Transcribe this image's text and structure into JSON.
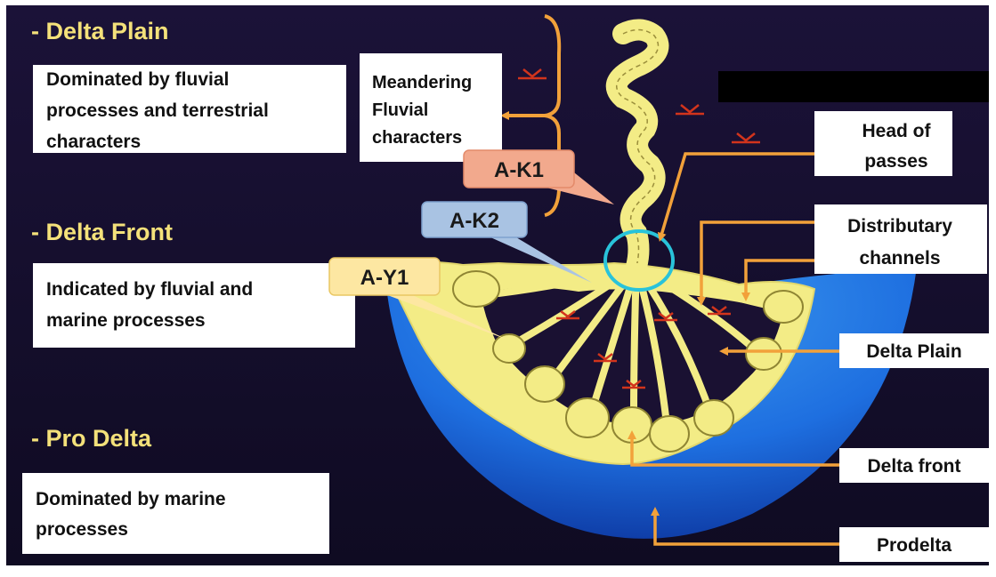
{
  "headings": {
    "delta_plain": "- Delta Plain",
    "delta_front": "- Delta Front",
    "pro_delta": "- Pro Delta"
  },
  "descriptions": {
    "delta_plain": [
      "Dominated by fluvial",
      "processes and terrestrial",
      "characters"
    ],
    "delta_front": [
      "Indicated by fluvial and",
      "marine processes"
    ],
    "pro_delta": [
      "Dominated by marine",
      "processes"
    ]
  },
  "meandering_label": [
    "Meandering",
    "Fluvial",
    "characters"
  ],
  "sample_tags": {
    "ak1": "A-K1",
    "ak2": "A-K2",
    "ay1": "A-Y1"
  },
  "right_labels": {
    "head_of_passes": [
      "Head of",
      "passes"
    ],
    "distributary_channels": [
      "Distributary",
      "channels"
    ],
    "delta_plain": "Delta Plain",
    "delta_front": "Delta front",
    "prodelta": "Prodelta"
  },
  "colors": {
    "background": "#17102e",
    "heading_yellow": "#f4e17a",
    "delta_fill": "#f3ec86",
    "water_blue": "#1f7de6",
    "arrow_orange": "#f2a13a",
    "tag_ak1": "#f2a98d",
    "tag_ak2": "#a9c3e3",
    "tag_ay1": "#fde7a2",
    "ring_cyan": "#29c3da"
  }
}
